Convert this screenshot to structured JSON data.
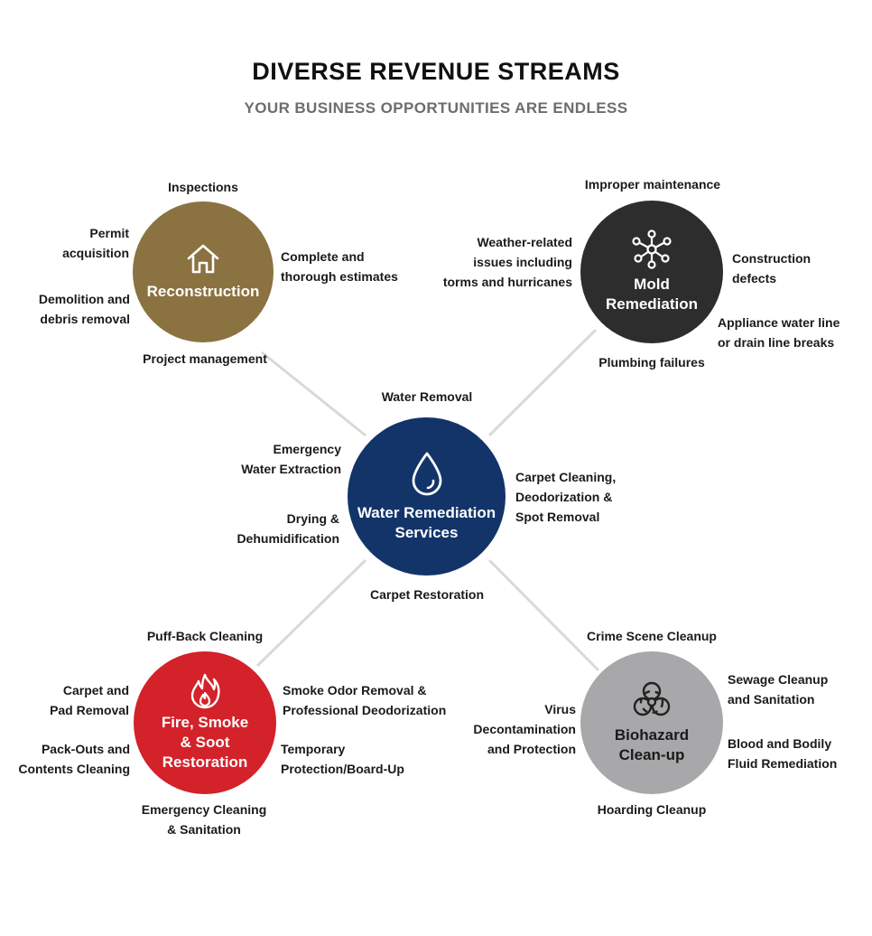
{
  "header": {
    "title": "DIVERSE REVENUE STREAMS",
    "subtitle": "YOUR BUSINESS OPPORTUNITIES ARE ENDLESS"
  },
  "colors": {
    "reconstruction": "#8b7241",
    "mold": "#2e2d2d",
    "water": "#123469",
    "fire": "#d3222a",
    "biohazard": "#a8a8aa",
    "connector": "#d9d9d9"
  },
  "hubs": {
    "reconstruction": {
      "title": "Reconstruction",
      "icon": "house-icon"
    },
    "mold": {
      "title": "Mold\nRemediation",
      "icon": "network-icon"
    },
    "water": {
      "title": "Water Remediation\nServices",
      "icon": "water-drop-icon"
    },
    "fire": {
      "title": "Fire, Smoke\n& Soot\nRestoration",
      "icon": "flame-icon"
    },
    "biohazard": {
      "title": "Biohazard\nClean-up",
      "icon": "biohazard-icon"
    }
  },
  "labels": {
    "reconstruction": {
      "top": "Inspections",
      "left_upper": "Permit\nacquisition",
      "right": "Complete and\nthorough estimates",
      "left_lower": "Demolition and\ndebris removal",
      "bottom": "Project management"
    },
    "mold": {
      "top": "Improper maintenance",
      "left": "Weather-related\nissues including\ntorms and hurricanes",
      "right_upper": "Construction\ndefects",
      "right_lower": "Appliance water line\nor drain line breaks",
      "bottom": "Plumbing failures"
    },
    "water": {
      "top": "Water Removal",
      "left_upper": "Emergency\nWater Extraction",
      "left_lower": "Drying &\nDehumidification",
      "right": "Carpet Cleaning,\nDeodorization &\nSpot Removal",
      "bottom": "Carpet Restoration"
    },
    "fire": {
      "top": "Puff-Back Cleaning",
      "left_upper": "Carpet and\nPad Removal",
      "left_lower": "Pack-Outs and\nContents Cleaning",
      "right_upper": "Smoke Odor Removal &\nProfessional Deodorization",
      "right_lower": "Temporary\nProtection/Board-Up",
      "bottom": "Emergency Cleaning\n& Sanitation"
    },
    "biohazard": {
      "top": "Crime Scene Cleanup",
      "left": "Virus\nDecontamination\nand Protection",
      "right_upper": "Sewage Cleanup\nand Sanitation",
      "right_lower": "Blood and Bodily\nFluid Remediation",
      "bottom": "Hoarding Cleanup"
    }
  }
}
